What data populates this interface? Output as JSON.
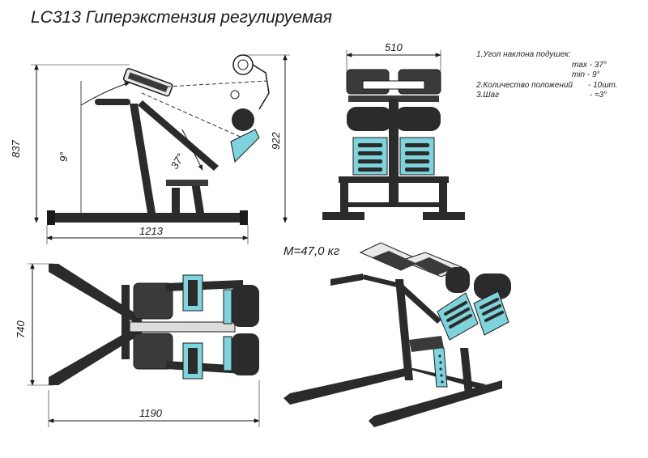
{
  "title": "LC313 Гиперэкстензия регулируемая",
  "mass": "M=47,0 кг",
  "specs": {
    "angle_title": "1.Угол наклона подушек:",
    "max_label": "max - 37°",
    "min_label": "min  - 9°",
    "positions_label": "2.Количество положений",
    "positions_value": "- 10шт.",
    "step_label": "3.Шаг",
    "step_value": "- ≈3°"
  },
  "dimensions": {
    "side_height_837": "837",
    "side_height_922": "922",
    "side_length": "1213",
    "angle_9": "9°",
    "angle_37": "37°",
    "front_width": "510",
    "top_width": "740",
    "top_length": "1190"
  },
  "colors": {
    "frame": "#2b2b2b",
    "pad": "#3a3a3a",
    "accent": "#7fd3dc",
    "line": "#1a1a1a"
  }
}
